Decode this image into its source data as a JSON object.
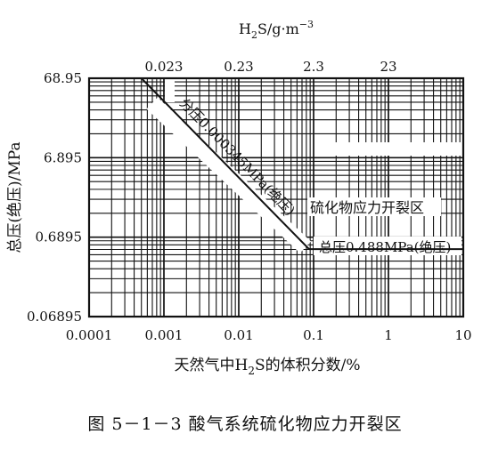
{
  "chart_data": {
    "type": "line",
    "x_axis": {
      "scale": "log",
      "range": [
        0.0001,
        10
      ],
      "tick_labels": [
        "0.0001",
        "0.001",
        "0.01",
        "0.1",
        "1",
        "10"
      ],
      "tick_values": [
        0.0001,
        0.001,
        0.01,
        0.1,
        1,
        10
      ],
      "label_parts": [
        "天然气中H",
        "2",
        "S的体积分数/%"
      ]
    },
    "y_axis": {
      "scale": "log",
      "range": [
        0.06895,
        68.95
      ],
      "tick_labels": [
        "68.95",
        "6.895",
        "0.6895",
        "0.06895"
      ],
      "tick_values": [
        68.95,
        6.895,
        0.6895,
        0.06895
      ],
      "label": "总压(绝压)/MPa"
    },
    "top_axis": {
      "tick_labels": [
        "0.023",
        "0.23",
        "2.3",
        "23"
      ],
      "tick_positions_x": [
        0.001,
        0.01,
        0.1,
        1
      ],
      "label_parts": [
        "H",
        "2",
        "S/g·m",
        "−3"
      ]
    },
    "grid": true,
    "boundary_lines": [
      {
        "label": "分压0.000345MPa(绝压)",
        "points": [
          [
            0.0005,
            68.95
          ],
          [
            0.0869,
            0.488
          ]
        ]
      },
      {
        "label": "总压0.488MPa(绝压)",
        "points": [
          [
            0.0869,
            0.488
          ],
          [
            10,
            0.488
          ]
        ]
      }
    ],
    "region_label": "硫化物应力开裂区",
    "caption": "图 5－1－3   酸气系统硫化物应力开裂区"
  }
}
